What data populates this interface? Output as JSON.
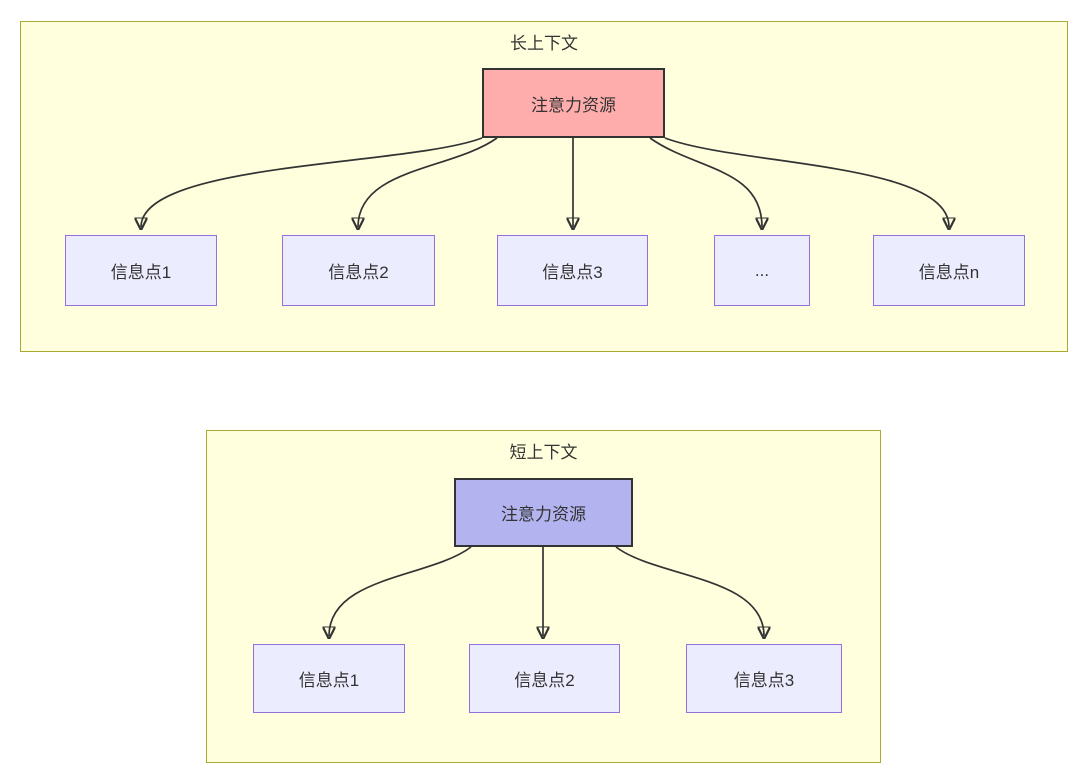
{
  "colors": {
    "canvas_bg": "#ffffff",
    "container_fill": "#ffffde",
    "container_border": "#aaaa33",
    "attention_long_fill": "#ffacac",
    "attention_short_fill": "#b3b3f0",
    "attention_border": "#333333",
    "info_node_fill": "#ececff",
    "info_node_border": "#9370db",
    "edge_color": "#333333",
    "text_color": "#333333"
  },
  "diagram_long": {
    "title": "长上下文",
    "attention_label": "注意力资源",
    "nodes": [
      {
        "label": "信息点1"
      },
      {
        "label": "信息点2"
      },
      {
        "label": "信息点3"
      },
      {
        "label": "..."
      },
      {
        "label": "信息点n"
      }
    ]
  },
  "diagram_short": {
    "title": "短上下文",
    "attention_label": "注意力资源",
    "nodes": [
      {
        "label": "信息点1"
      },
      {
        "label": "信息点2"
      },
      {
        "label": "信息点3"
      }
    ]
  }
}
